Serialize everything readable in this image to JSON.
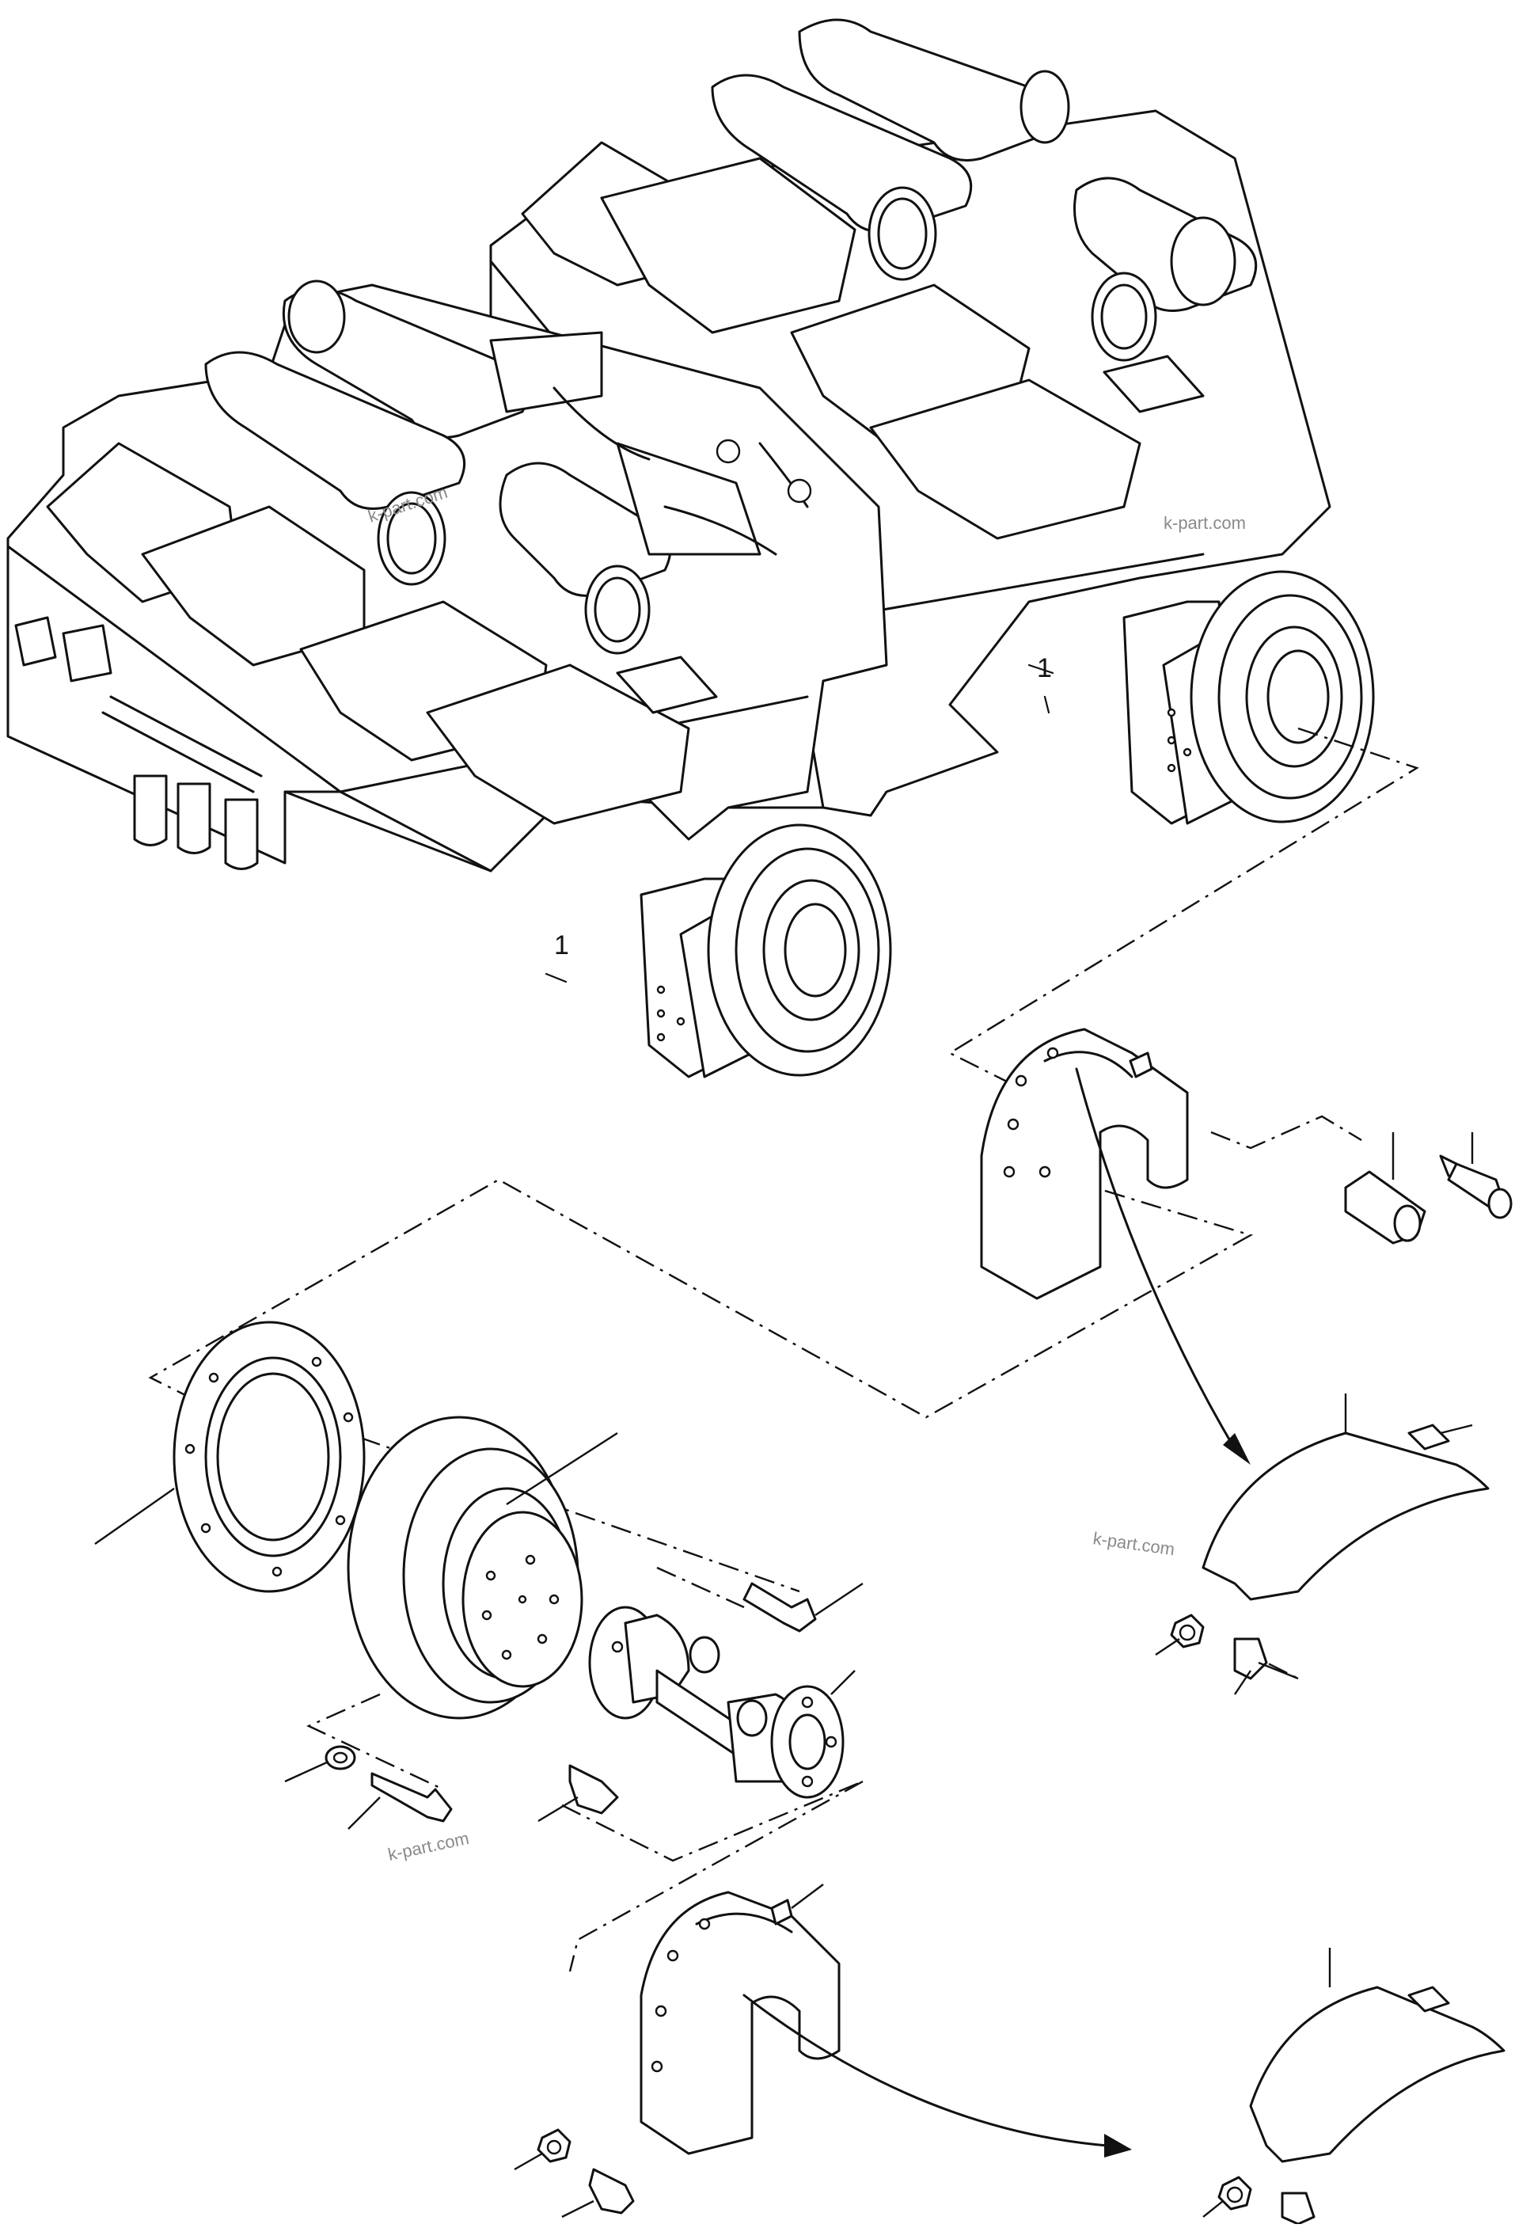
{
  "watermarks": {
    "wm1": "k-part.com",
    "wm2": "k-part.com",
    "wm3": "k-part.com",
    "wm4": "k-part.com"
  },
  "labels": {
    "engine1_ref": "1",
    "engine2_ref": "1"
  },
  "colors": {
    "line": "#111111",
    "background": "#ffffff",
    "watermark": "#8a8a8a"
  }
}
